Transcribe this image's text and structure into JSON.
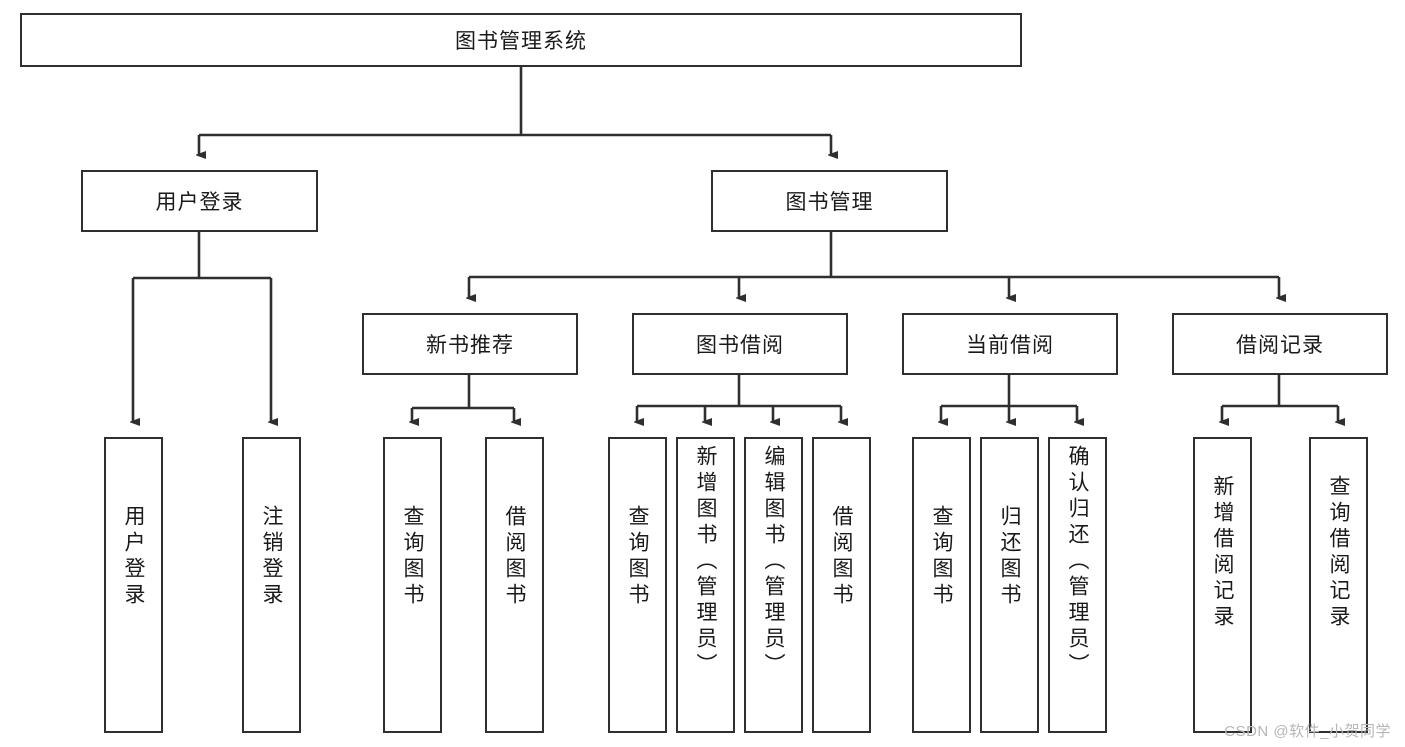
{
  "diagram": {
    "type": "hierarchy-tree",
    "title_node": {
      "label": "图书管理系统"
    },
    "level2": [
      {
        "id": "user-login",
        "label": "用户登录"
      },
      {
        "id": "book-manage",
        "label": "图书管理"
      }
    ],
    "level3": [
      {
        "id": "new-book-recommend",
        "label": "新书推荐",
        "parent": "book-manage"
      },
      {
        "id": "book-borrow",
        "label": "图书借阅",
        "parent": "book-manage"
      },
      {
        "id": "current-borrow",
        "label": "当前借阅",
        "parent": "book-manage"
      },
      {
        "id": "borrow-record",
        "label": "借阅记录",
        "parent": "book-manage"
      }
    ],
    "leaves": [
      {
        "id": "leaf-user-login",
        "label": "用户登录",
        "parent": "user-login"
      },
      {
        "id": "leaf-user-logout",
        "label": "注销登录",
        "parent": "user-login"
      },
      {
        "id": "leaf-query-book-1",
        "label": "查询图书",
        "parent": "new-book-recommend"
      },
      {
        "id": "leaf-borrow-book-1",
        "label": "借阅图书",
        "parent": "new-book-recommend"
      },
      {
        "id": "leaf-query-book-2",
        "label": "查询图书",
        "parent": "book-borrow"
      },
      {
        "id": "leaf-add-book",
        "label": "新增图书（管理员）",
        "parent": "book-borrow"
      },
      {
        "id": "leaf-edit-book",
        "label": "编辑图书（管理员）",
        "parent": "book-borrow"
      },
      {
        "id": "leaf-borrow-book-2",
        "label": "借阅图书",
        "parent": "book-borrow"
      },
      {
        "id": "leaf-query-book-3",
        "label": "查询图书",
        "parent": "current-borrow"
      },
      {
        "id": "leaf-return-book",
        "label": "归还图书",
        "parent": "current-borrow"
      },
      {
        "id": "leaf-confirm-return",
        "label": "确认归还（管理员）",
        "parent": "current-borrow"
      },
      {
        "id": "leaf-add-record",
        "label": "新增借阅记录",
        "parent": "borrow-record"
      },
      {
        "id": "leaf-query-record",
        "label": "查询借阅记录",
        "parent": "borrow-record"
      }
    ],
    "watermark": "CSDN @软件_小贺同学",
    "colors": {
      "stroke": "#2f2f2f",
      "box_fill": "#ffffff",
      "text": "#1a1a1a",
      "watermark": "#b6b6b6",
      "background": "#ffffff"
    }
  }
}
